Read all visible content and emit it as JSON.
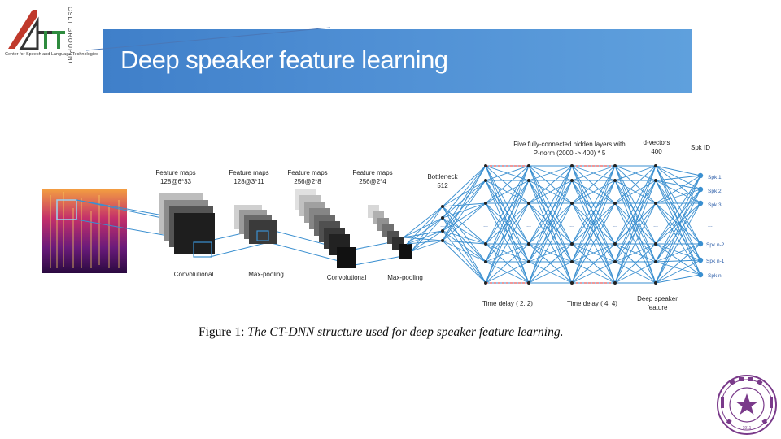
{
  "logo": {
    "vertical_text": "CSLT GROUPING",
    "tagline": "Center for Speech and Language Technologies"
  },
  "title": "Deep speaker feature learning",
  "diagram": {
    "cnn_labels": {
      "fm1": [
        "Feature maps",
        "128@6*33"
      ],
      "fm2": [
        "Feature maps",
        "128@3*11"
      ],
      "fm3": [
        "Feature maps",
        "256@2*8"
      ],
      "fm4": [
        "Feature maps",
        "256@2*4"
      ],
      "conv1": "Convolutional",
      "pool1": "Max-pooling",
      "conv2": "Convolutional",
      "pool2": "Max-pooling"
    },
    "bottleneck": [
      "Bottleneck",
      "512"
    ],
    "hidden_title": [
      "Five fully-connected hidden layers with",
      "P-norm (2000 -> 400) * 5"
    ],
    "dvectors": [
      "d-vectors",
      "400"
    ],
    "spk_id_title": "Spk ID",
    "outputs": [
      "Spk 1",
      "Spk 2",
      "Spk 3",
      "...",
      "Spk n-2",
      "Spk n-1",
      "Spk n"
    ],
    "ellipsis": "...",
    "time_delay_1": "Time delay ( 2, 2)",
    "time_delay_2": "Time delay ( 4, 4)",
    "deep_feature": [
      "Deep speaker",
      "feature"
    ]
  },
  "caption": {
    "prefix": "Figure 1:",
    "text": "The CT-DNN structure used for deep speaker feature learning."
  },
  "seal": {
    "center_text": "1911"
  },
  "colors": {
    "banner": "#4a8ad0",
    "net_line": "#3a8fd0",
    "dashed": "#e03030",
    "node": "#222222",
    "output_node": "#3a8fd0"
  }
}
